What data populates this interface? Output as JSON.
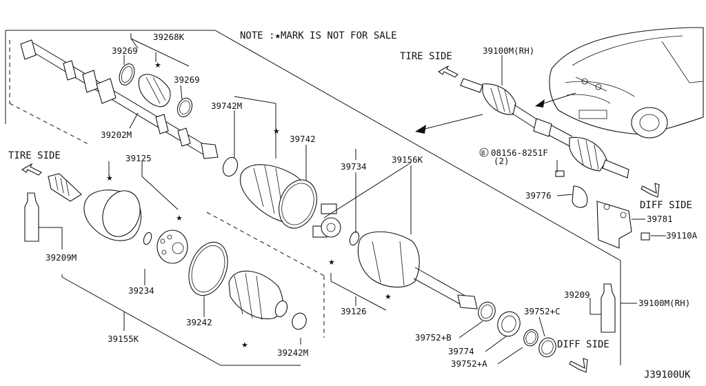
{
  "note": "NOTE :★MARK IS NOT FOR SALE",
  "diagram_code": "J39100UK",
  "sides": {
    "tire_side_top": "TIRE SIDE",
    "tire_side_left": "TIRE SIDE",
    "diff_side_right": "DIFF SIDE",
    "diff_side_bottom": "DIFF SIDE"
  },
  "parts": {
    "p39268K": "39268K",
    "p39269a": "39269",
    "p39269b": "39269",
    "p39202M": "39202M",
    "p39742M": "39742M",
    "p39742": "39742",
    "p39734": "39734",
    "p39156K": "39156K",
    "p39100M_top": "39100M(RH)",
    "p08156": "08156-8251F",
    "p08156_qty": "(2)",
    "p08156_mark": "B",
    "p39776": "39776",
    "p39781": "39781",
    "p39110A": "39110A",
    "p39125": "39125",
    "p39209M": "39209M",
    "p39234": "39234",
    "p39155K": "39155K",
    "p39242": "39242",
    "p39242M": "39242M",
    "p39126": "39126",
    "p39752B": "39752+B",
    "p39774": "39774",
    "p39752A": "39752+A",
    "p39752C": "39752+C",
    "p39209": "39209",
    "p39100M_right": "39100M(RH)"
  },
  "star_glyph": "★"
}
